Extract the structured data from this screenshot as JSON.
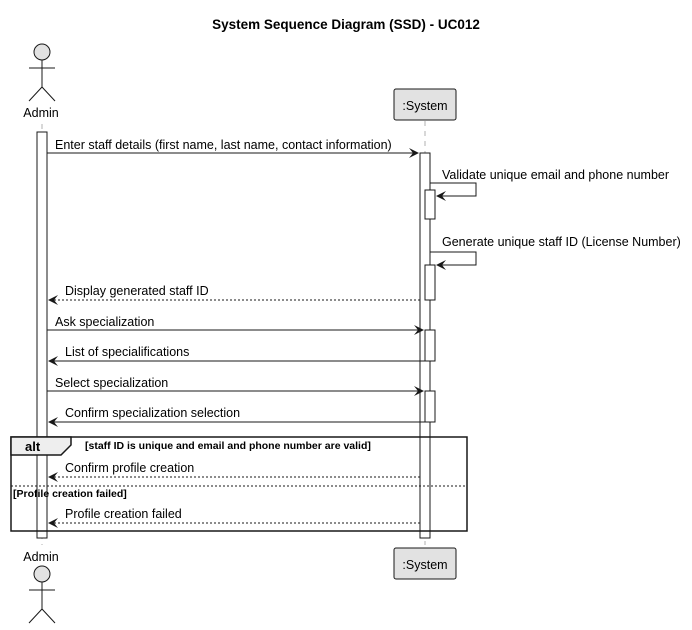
{
  "title": "System Sequence Diagram (SSD) - UC012",
  "participants": {
    "admin": "Admin",
    "system": ":System"
  },
  "messages": [
    {
      "text": "Enter staff details (first name, last name, contact information)",
      "from": "Admin",
      "to": ":System",
      "style": "solid"
    },
    {
      "text": "Validate unique email and phone number",
      "from": ":System",
      "to": ":System",
      "style": "solid"
    },
    {
      "text": "Generate unique staff ID (License Number)",
      "from": ":System",
      "to": ":System",
      "style": "solid"
    },
    {
      "text": "Display generated staff ID",
      "from": ":System",
      "to": "Admin",
      "style": "dashed"
    },
    {
      "text": "Ask specialization",
      "from": "Admin",
      "to": ":System",
      "style": "solid"
    },
    {
      "text": "List of specialifications",
      "from": ":System",
      "to": "Admin",
      "style": "solid"
    },
    {
      "text": "Select specialization",
      "from": "Admin",
      "to": ":System",
      "style": "solid"
    },
    {
      "text": "Confirm specialization selection",
      "from": ":System",
      "to": "Admin",
      "style": "solid"
    },
    {
      "text": "Confirm profile creation",
      "from": ":System",
      "to": "Admin",
      "style": "dashed"
    },
    {
      "text": "Profile creation failed",
      "from": ":System",
      "to": "Admin",
      "style": "dashed"
    }
  ],
  "alt": {
    "keyword": "alt",
    "guard": "[staff ID is unique and email and phone number are valid]",
    "else_guard": "[Profile creation failed]"
  },
  "colors": {
    "participant_fill": "#e2e2e2",
    "actor_fill": "#e2e2e2",
    "line": "#181818",
    "lifeline": "#b0b0b0"
  }
}
